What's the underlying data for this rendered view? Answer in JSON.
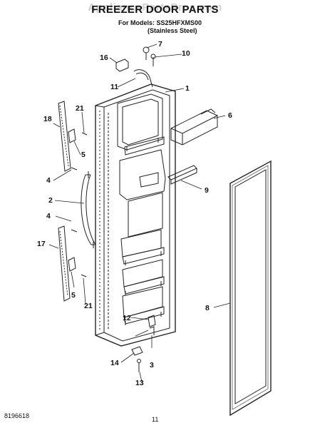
{
  "header": {
    "watermark": "AppliancePartsPros.com",
    "title": "FREEZER DOOR PARTS",
    "models_line": "For Models: SS25HFXMS00",
    "finish_line": "(Stainless Steel)"
  },
  "callouts": [
    "1",
    "2",
    "3",
    "4",
    "4",
    "5",
    "5",
    "6",
    "7",
    "8",
    "9",
    "10",
    "11",
    "12",
    "13",
    "14",
    "16",
    "17",
    "18",
    "21",
    "21"
  ],
  "footer": {
    "doc_number": "8196618",
    "page_number": "11"
  }
}
